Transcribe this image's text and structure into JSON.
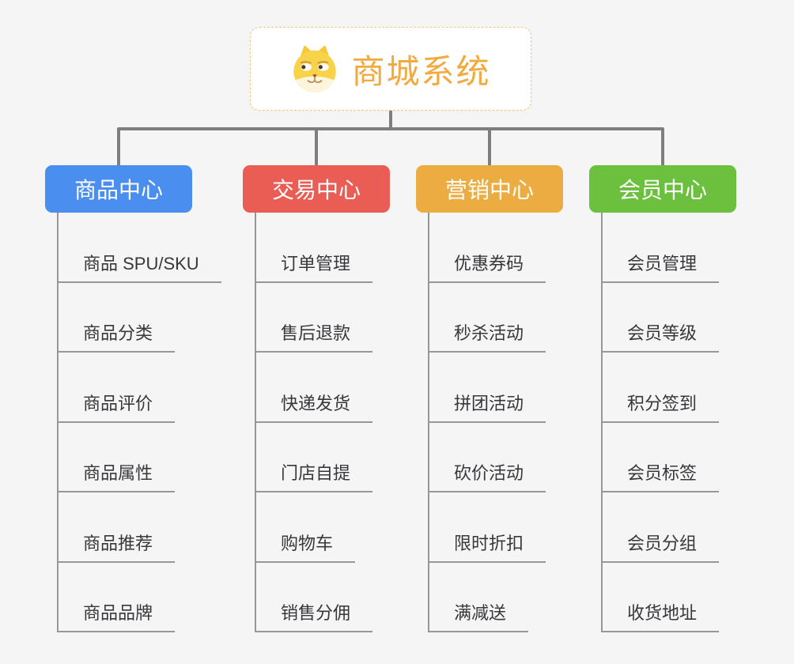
{
  "page": {
    "background_color": "#f5f5f5"
  },
  "root": {
    "title": "商城系统",
    "icon": "doge-icon",
    "text_color": "#f2a93f",
    "border_color": "#f2c687"
  },
  "connectors": {
    "tree_line_color": "#7e7e7e",
    "item_line_color": "#979797"
  },
  "branches": [
    {
      "name": "product-center",
      "label": "商品中心",
      "color": "#4a8ef0",
      "items": [
        "商品 SPU/SKU",
        "商品分类",
        "商品评价",
        "商品属性",
        "商品推荐",
        "商品品牌"
      ]
    },
    {
      "name": "trade-center",
      "label": "交易中心",
      "color": "#e95d55",
      "items": [
        "订单管理",
        "售后退款",
        "快递发货",
        "门店自提",
        "购物车",
        "销售分佣"
      ]
    },
    {
      "name": "marketing-center",
      "label": "营销中心",
      "color": "#ebad41",
      "items": [
        "优惠券码",
        "秒杀活动",
        "拼团活动",
        "砍价活动",
        "限时折扣",
        "满减送"
      ]
    },
    {
      "name": "member-center",
      "label": "会员中心",
      "color": "#6bc13e",
      "items": [
        "会员管理",
        "会员等级",
        "积分签到",
        "会员标签",
        "会员分组",
        "收货地址"
      ]
    }
  ]
}
